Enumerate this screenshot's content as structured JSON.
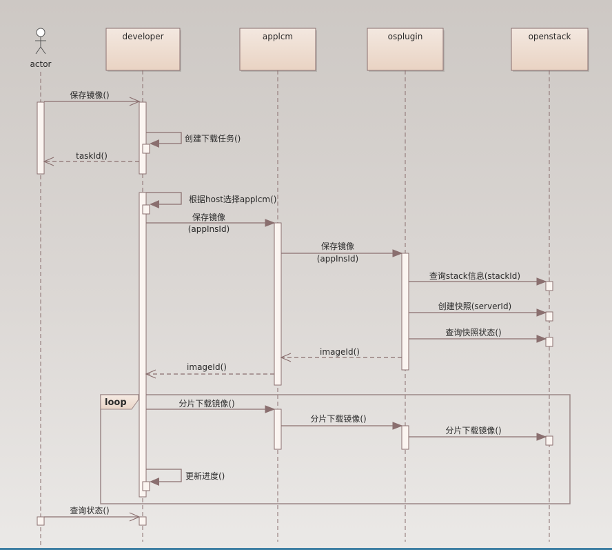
{
  "colors": {
    "lifeline_box_top": "#f3e8e0",
    "lifeline_box_bottom": "#e9d3c3",
    "line": "#8a6f6f",
    "activation_fill": "#fbf5f1",
    "loop_frame": "#9b8787",
    "bottom_bar": "#3e7fa3"
  },
  "actor": {
    "label": "actor",
    "icon": "stick-figure-icon"
  },
  "lifelines": [
    {
      "id": "developer",
      "label": "developer"
    },
    {
      "id": "applcm",
      "label": "applcm"
    },
    {
      "id": "osplugin",
      "label": "osplugin"
    },
    {
      "id": "openstack",
      "label": "openstack"
    }
  ],
  "loop": {
    "label": "loop"
  },
  "messages": [
    {
      "from": "actor",
      "to": "developer",
      "type": "sync",
      "lines": [
        "保存镜像()"
      ]
    },
    {
      "from": "developer",
      "to": "developer",
      "type": "self",
      "lines": [
        "创建下载任务()"
      ]
    },
    {
      "from": "developer",
      "to": "actor",
      "type": "return",
      "lines": [
        "taskId()"
      ]
    },
    {
      "from": "developer",
      "to": "developer",
      "type": "self",
      "lines": [
        "根据host选择applcm()"
      ]
    },
    {
      "from": "developer",
      "to": "applcm",
      "type": "sync",
      "lines": [
        "保存镜像",
        "(appInsId)"
      ]
    },
    {
      "from": "applcm",
      "to": "osplugin",
      "type": "sync",
      "lines": [
        "保存镜像",
        "(appInsId)"
      ]
    },
    {
      "from": "osplugin",
      "to": "openstack",
      "type": "sync",
      "lines": [
        "查询stack信息(stackId)"
      ]
    },
    {
      "from": "osplugin",
      "to": "openstack",
      "type": "sync",
      "lines": [
        "创建快照(serverId)"
      ]
    },
    {
      "from": "osplugin",
      "to": "openstack",
      "type": "sync",
      "lines": [
        "查询快照状态()"
      ]
    },
    {
      "from": "osplugin",
      "to": "applcm",
      "type": "return",
      "lines": [
        "imageId()"
      ]
    },
    {
      "from": "applcm",
      "to": "developer",
      "type": "return",
      "lines": [
        "imageId()"
      ]
    },
    {
      "from": "developer",
      "to": "applcm",
      "type": "sync",
      "lines": [
        "分片下载镜像()"
      ]
    },
    {
      "from": "applcm",
      "to": "osplugin",
      "type": "sync",
      "lines": [
        "分片下载镜像()"
      ]
    },
    {
      "from": "osplugin",
      "to": "openstack",
      "type": "sync",
      "lines": [
        "分片下载镜像()"
      ]
    },
    {
      "from": "developer",
      "to": "developer",
      "type": "self",
      "lines": [
        "更新进度()"
      ]
    },
    {
      "from": "actor",
      "to": "developer",
      "type": "sync",
      "lines": [
        "查询状态()"
      ]
    }
  ]
}
